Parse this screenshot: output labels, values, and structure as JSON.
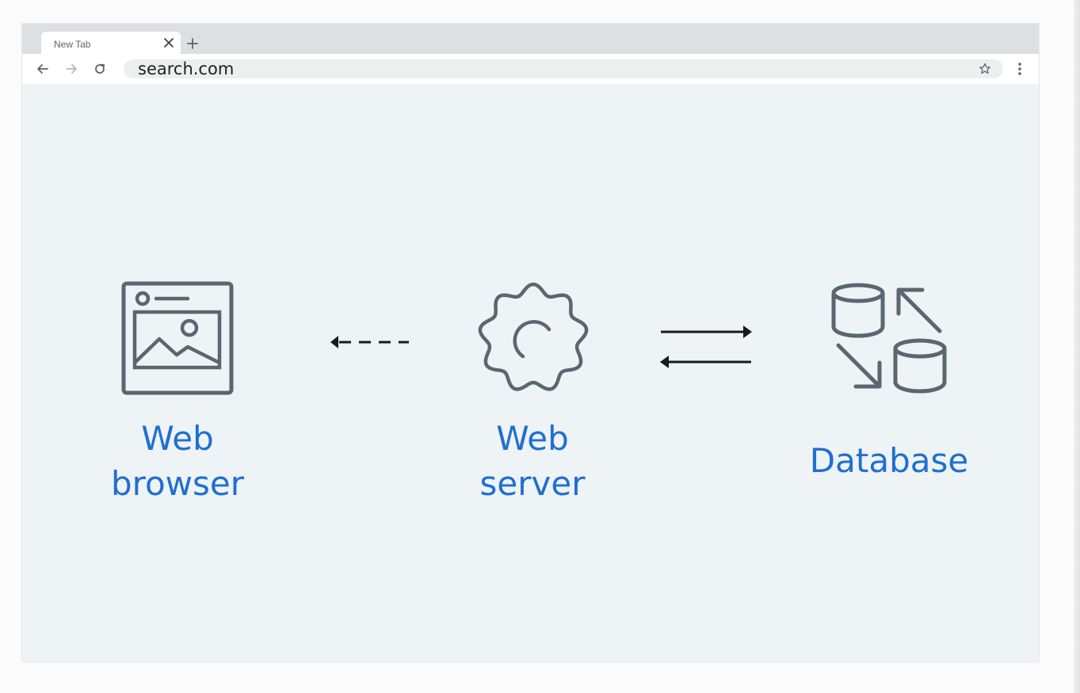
{
  "browser": {
    "tab": {
      "title": "New Tab"
    },
    "address_bar": {
      "url": "search.com"
    }
  },
  "diagram": {
    "nodes": [
      {
        "id": "web-browser",
        "label_line1": "Web",
        "label_line2": "browser",
        "icon": "browser-window-image-icon"
      },
      {
        "id": "web-server",
        "label_line1": "Web",
        "label_line2": "server",
        "icon": "gear-icon"
      },
      {
        "id": "database",
        "label": "Database",
        "icon": "database-sync-icon"
      }
    ],
    "edges": [
      {
        "from": "web-server",
        "to": "web-browser",
        "style": "dashed"
      },
      {
        "from": "web-server",
        "to": "database",
        "style": "solid"
      },
      {
        "from": "database",
        "to": "web-server",
        "style": "solid"
      }
    ]
  },
  "colors": {
    "label": "#1f6fd1",
    "icon_stroke": "#5b6670",
    "arrow": "#1a1a1a",
    "canvas": "#eef3f6"
  }
}
